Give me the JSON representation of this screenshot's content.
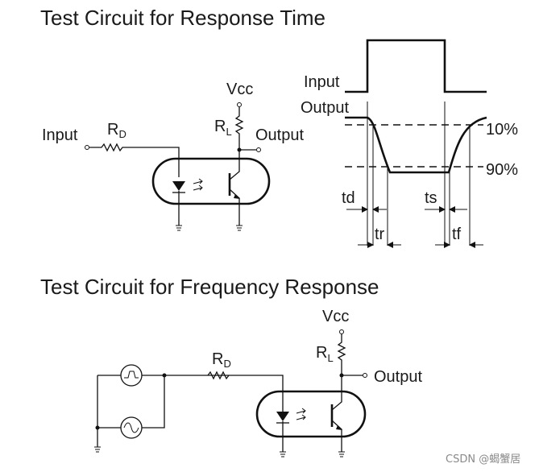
{
  "response_time": {
    "title": "Test Circuit for Response Time",
    "circuit": {
      "input_label": "Input",
      "rd_main": "R",
      "rd_sub": "D",
      "vcc_label": "Vcc",
      "rl_main": "R",
      "rl_sub": "L",
      "output_label": "Output"
    },
    "waveform": {
      "input_label": "Input",
      "output_label": "Output",
      "level_10": "10%",
      "level_90": "90%",
      "td": "td",
      "tr": "tr",
      "ts": "ts",
      "tf": "tf"
    }
  },
  "frequency_response": {
    "title": "Test Circuit for Frequency Response",
    "circuit": {
      "vcc_label": "Vcc",
      "rl_main": "R",
      "rl_sub": "L",
      "rd_main": "R",
      "rd_sub": "D",
      "output_label": "Output"
    }
  },
  "watermark": "CSDN @蝎蟹居"
}
